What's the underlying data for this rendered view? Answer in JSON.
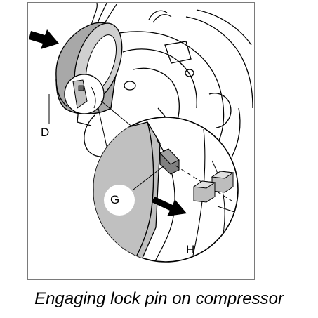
{
  "figure": {
    "callouts": {
      "d": "D",
      "g": "G",
      "h": "H"
    }
  },
  "caption": "Engaging lock pin on compressor",
  "colors": {
    "line": "#000000",
    "shading": "#c0c0c0",
    "coil_shading": "#a8a8a8",
    "frame": "#7a7a7a"
  }
}
